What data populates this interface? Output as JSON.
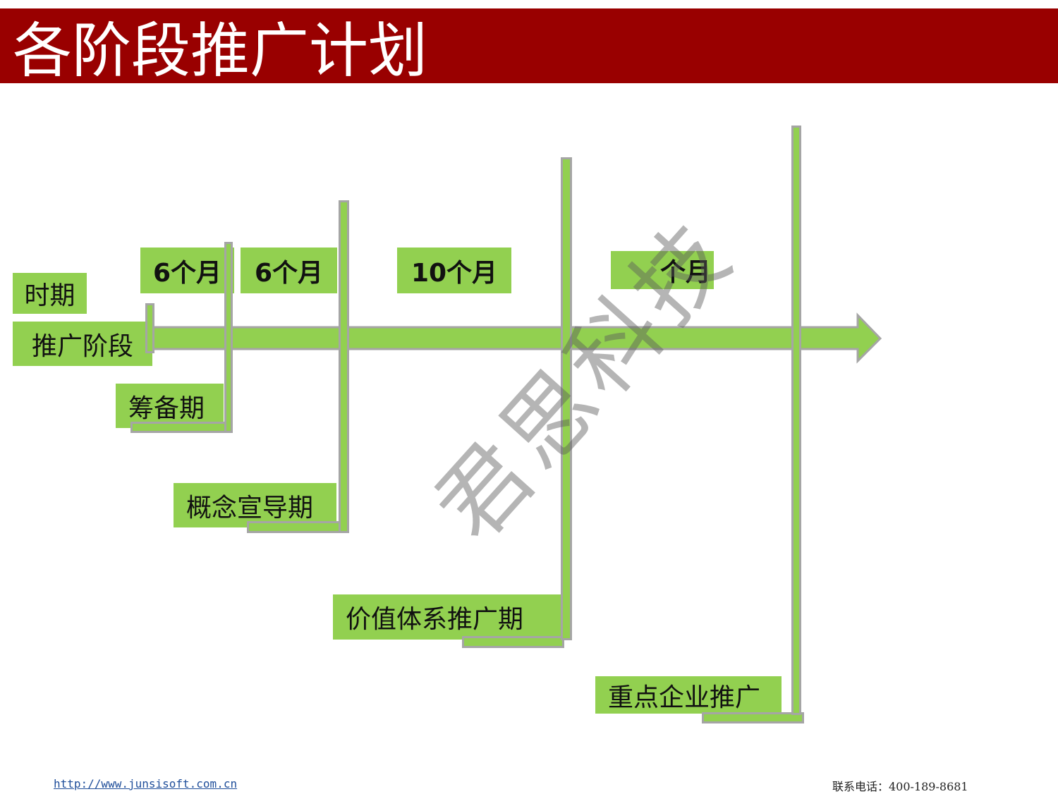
{
  "title": "各阶段推广计划",
  "colors": {
    "header_bg": "#990000",
    "accent_green": "#92d050",
    "connector_gray": "#a5a5a5"
  },
  "timeline": {
    "row_labels": {
      "period": "时期",
      "stage": "推广阶段"
    },
    "durations": [
      "6个月",
      "6个月",
      "10个月",
      "个月"
    ],
    "phases": [
      "筹备期",
      "概念宣导期",
      "价值体系推广期",
      "重点企业推广"
    ]
  },
  "watermark": "君思科技",
  "footer": {
    "url": "http://www.junsisoft.com.cn",
    "contact": "联系电话：400-189-8681"
  }
}
